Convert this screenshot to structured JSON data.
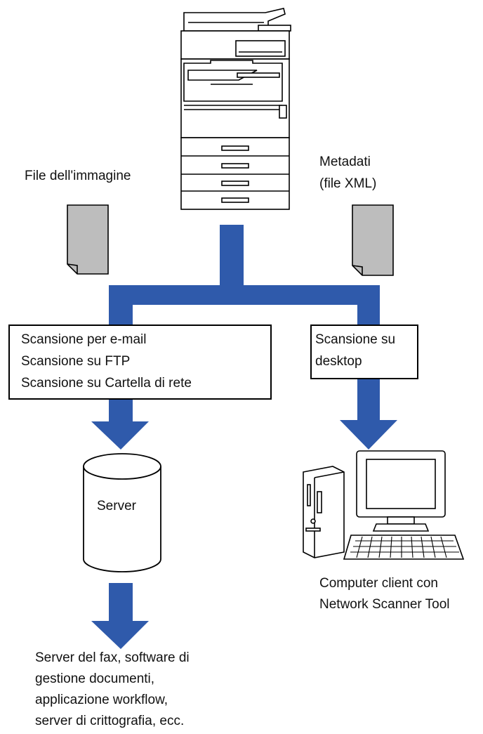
{
  "labels": {
    "image_file": "File dell'immagine",
    "metadata_line1": "Metadati",
    "metadata_line2": "(file XML)",
    "server": "Server",
    "client_line1": "Computer client con",
    "client_line2": "Network Scanner Tool",
    "destinations": [
      "Server del fax, software di",
      "gestione documenti,",
      "applicazione workflow,",
      "server di crittografia, ecc."
    ]
  },
  "boxes": {
    "left": [
      "Scansione per e-mail",
      "Scansione su FTP",
      "Scansione su Cartella di rete"
    ],
    "right": [
      "Scansione su",
      "desktop"
    ]
  },
  "colors": {
    "flow_arrow": "#2f5aab",
    "document": "#bdbdbd",
    "outline": "#000000"
  },
  "icons": [
    "printer-icon",
    "document-icon",
    "server-icon",
    "computer-icon"
  ]
}
